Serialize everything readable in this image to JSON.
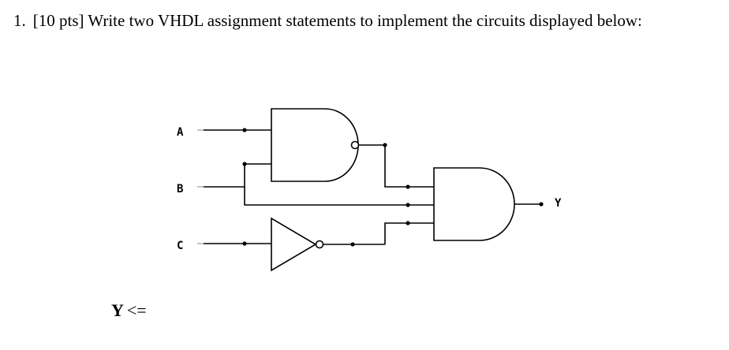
{
  "question": {
    "number": "1.",
    "text": "[10 pts] Write two VHDL assignment statements to implement the circuits displayed below:"
  },
  "circuit": {
    "inputs": [
      {
        "label": "A"
      },
      {
        "label": "B"
      },
      {
        "label": "C"
      }
    ],
    "output": {
      "label": "Y"
    },
    "gates": [
      "nand-gate",
      "not-gate",
      "and-gate"
    ]
  },
  "answer": {
    "variable": "Y",
    "operator": "<="
  }
}
